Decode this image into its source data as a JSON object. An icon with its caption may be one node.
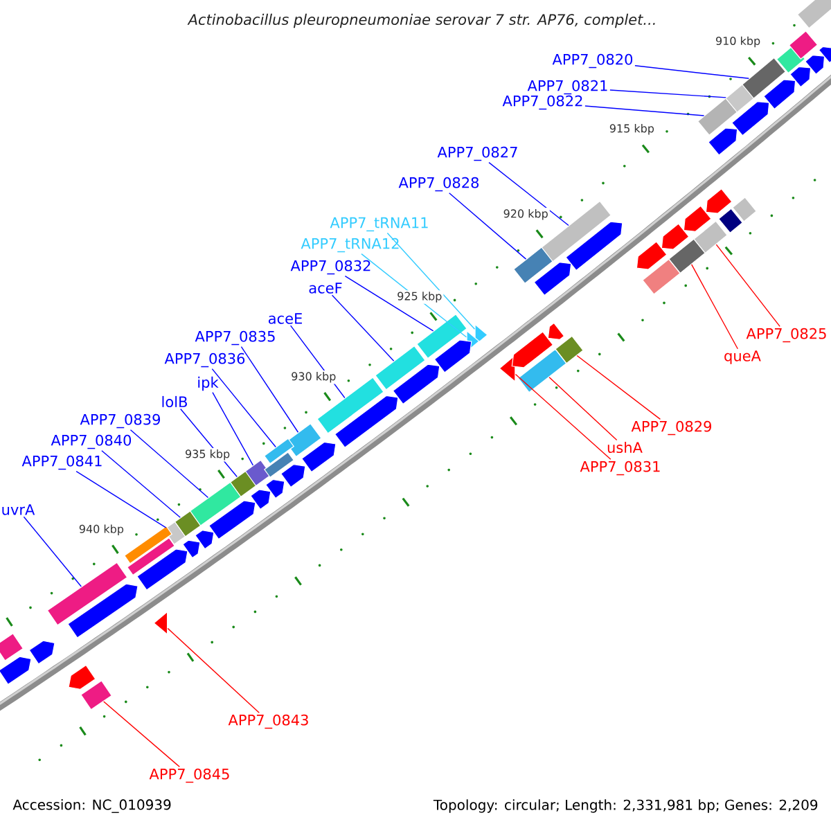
{
  "diagram": {
    "title": "Actinobacillus pleuropneumoniae serovar 7 str. AP76, complet...",
    "nodes": [
      {
        "text": [
          "APP7_0820"
        ]
      },
      {
        "text": [
          "APP7_0821"
        ]
      },
      {
        "text": [
          "APP7_0822"
        ]
      },
      {
        "text": [
          "APP7_0827"
        ]
      },
      {
        "text": [
          "APP7_0828"
        ]
      },
      {
        "text": [
          "APP7_tRNA11"
        ]
      },
      {
        "text": [
          "APP7_tRNA12"
        ]
      },
      {
        "text": [
          "APP7_0832"
        ]
      },
      {
        "text": [
          "aceF"
        ]
      },
      {
        "text": [
          "aceE"
        ]
      },
      {
        "text": [
          "APP7_0835"
        ]
      },
      {
        "text": [
          "APP7_0836"
        ]
      },
      {
        "text": [
          "ipk"
        ]
      },
      {
        "text": [
          "lolB"
        ]
      },
      {
        "text": [
          "APP7_0839"
        ]
      },
      {
        "text": [
          "APP7_0840"
        ]
      },
      {
        "text": [
          "APP7_0841"
        ]
      },
      {
        "text": [
          "uvrA"
        ]
      },
      {
        "text": [
          "APP7_0825"
        ]
      },
      {
        "text": [
          "queA"
        ]
      },
      {
        "text": [
          "APP7_0829"
        ]
      },
      {
        "text": [
          "ushA"
        ]
      },
      {
        "text": [
          "APP7_0831"
        ]
      },
      {
        "text": [
          "APP7_0843"
        ]
      },
      {
        "text": [
          "APP7_0845"
        ]
      },
      {
        "text": [],
        "shape": "bar"
      },
      {
        "text": [],
        "shape": "bar"
      },
      {
        "text": [],
        "shape": "bar"
      },
      {
        "text": [],
        "shape": "bar"
      },
      {
        "text": [],
        "shape": "bar"
      },
      {
        "text": [],
        "shape": "triangle"
      },
      {
        "text": [],
        "shape": "triangle"
      },
      {
        "text": [],
        "shape": "bar"
      },
      {
        "text": [],
        "shape": "bar"
      },
      {
        "text": [],
        "shape": "bar"
      },
      {
        "text": [],
        "shape": "bar"
      },
      {
        "text": [],
        "shape": "bar"
      },
      {
        "text": [],
        "shape": "bar"
      },
      {
        "text": [],
        "shape": "bar"
      },
      {
        "text": [],
        "shape": "bar"
      },
      {
        "text": [],
        "shape": "bar"
      },
      {
        "text": [],
        "shape": "bar"
      },
      {
        "text": [],
        "shape": "bar"
      },
      {
        "text": [],
        "shape": "bar"
      },
      {
        "text": [],
        "shape": "bar"
      },
      {
        "text": [],
        "shape": "bar"
      },
      {
        "text": [],
        "shape": "bar"
      },
      {
        "text": [],
        "shape": "triangle"
      },
      {
        "text": [],
        "shape": "triangle"
      },
      {
        "text": [],
        "shape": "bar"
      },
      {
        "text": [],
        "shape": "bar"
      },
      {
        "text": [],
        "shape": "arrow"
      },
      {
        "text": [],
        "shape": "arrow"
      },
      {
        "text": [],
        "shape": "arrow"
      },
      {
        "text": [],
        "shape": "arrow"
      },
      {
        "text": [],
        "shape": "bar"
      },
      {
        "text": [],
        "shape": "bar"
      },
      {
        "text": [],
        "shape": "arrow"
      },
      {
        "text": [],
        "shape": "arrow"
      },
      {
        "text": [],
        "shape": "arrow"
      },
      {
        "text": [],
        "shape": "arrow"
      },
      {
        "text": [],
        "shape": "arrow"
      },
      {
        "text": [],
        "shape": "bar"
      },
      {
        "text": [],
        "shape": "arrow"
      },
      {
        "text": [],
        "shape": "arrow"
      },
      {
        "text": [],
        "shape": "arrow"
      },
      {
        "text": [],
        "shape": "arrow"
      },
      {
        "text": [],
        "shape": "arrow"
      },
      {
        "text": [],
        "shape": "arrow"
      },
      {
        "text": [],
        "shape": "arrow"
      },
      {
        "text": [],
        "shape": "arrow"
      },
      {
        "text": [],
        "shape": "arrow"
      },
      {
        "text": [],
        "shape": "arrow"
      },
      {
        "text": [],
        "shape": "arrow"
      },
      {
        "text": [],
        "shape": "bar"
      },
      {
        "text": [],
        "shape": "arrow"
      },
      {
        "text": [],
        "shape": "arrow"
      },
      {
        "text": [],
        "shape": "arrow"
      },
      {
        "text": [],
        "shape": "arrow"
      },
      {
        "text": [],
        "shape": "bar"
      },
      {
        "text": [],
        "shape": "bar"
      },
      {
        "text": [],
        "shape": "arrow"
      },
      {
        "text": [],
        "shape": "arrow"
      },
      {
        "text": [],
        "shape": "bar"
      },
      {
        "text": [],
        "shape": "arrow"
      },
      {
        "text": [],
        "shape": "bar"
      },
      {
        "text": [],
        "shape": "bar"
      },
      {
        "text": [],
        "shape": "arrow"
      },
      {
        "text": [],
        "shape": "arrow"
      }
    ],
    "edges": [
      {
        "from": 0,
        "to": 25,
        "arrow": "none"
      },
      {
        "from": 1,
        "to": 26,
        "arrow": "none"
      },
      {
        "from": 2,
        "to": 27,
        "arrow": "none"
      },
      {
        "from": 3,
        "to": 28,
        "arrow": "none"
      },
      {
        "from": 4,
        "to": 29,
        "arrow": "none"
      },
      {
        "from": 5,
        "to": 30,
        "arrow": "none",
        "color": "#33ccff"
      },
      {
        "from": 6,
        "to": 31,
        "arrow": "none",
        "color": "#33ccff"
      },
      {
        "from": 7,
        "to": 32,
        "arrow": "none"
      },
      {
        "from": 8,
        "to": 33,
        "arrow": "none"
      },
      {
        "from": 9,
        "to": 34,
        "arrow": "none"
      },
      {
        "from": 10,
        "to": 35,
        "arrow": "none"
      },
      {
        "from": 11,
        "to": 36,
        "arrow": "none"
      },
      {
        "from": 12,
        "to": 37,
        "arrow": "none"
      },
      {
        "from": 13,
        "to": 38,
        "arrow": "none"
      },
      {
        "from": 14,
        "to": 39,
        "arrow": "none"
      },
      {
        "from": 15,
        "to": 40,
        "arrow": "none"
      },
      {
        "from": 16,
        "to": 41,
        "arrow": "none"
      },
      {
        "from": 17,
        "to": 42,
        "arrow": "none"
      },
      {
        "from": 18,
        "to": 43,
        "arrow": "none",
        "color": "#ff0000"
      },
      {
        "from": 19,
        "to": 44,
        "arrow": "none",
        "color": "#ff0000"
      },
      {
        "from": 20,
        "to": 45,
        "arrow": "none",
        "color": "#ff0000"
      },
      {
        "from": 21,
        "to": 46,
        "arrow": "none",
        "color": "#ff0000"
      },
      {
        "from": 22,
        "to": 47,
        "arrow": "none",
        "color": "#ff0000"
      },
      {
        "from": 23,
        "to": 48,
        "arrow": "none",
        "color": "#ff0000"
      },
      {
        "from": 24,
        "to": 49,
        "arrow": "none",
        "color": "#ff0000"
      }
    ],
    "labels": [
      "910 kbp",
      "915 kbp",
      "920 kbp",
      "925 kbp",
      "930 kbp",
      "935 kbp",
      "940 kbp",
      "Accession: NC_010939",
      "Topology: circular; Length: 2,331,981 bp; Genes: 2,209"
    ]
  }
}
